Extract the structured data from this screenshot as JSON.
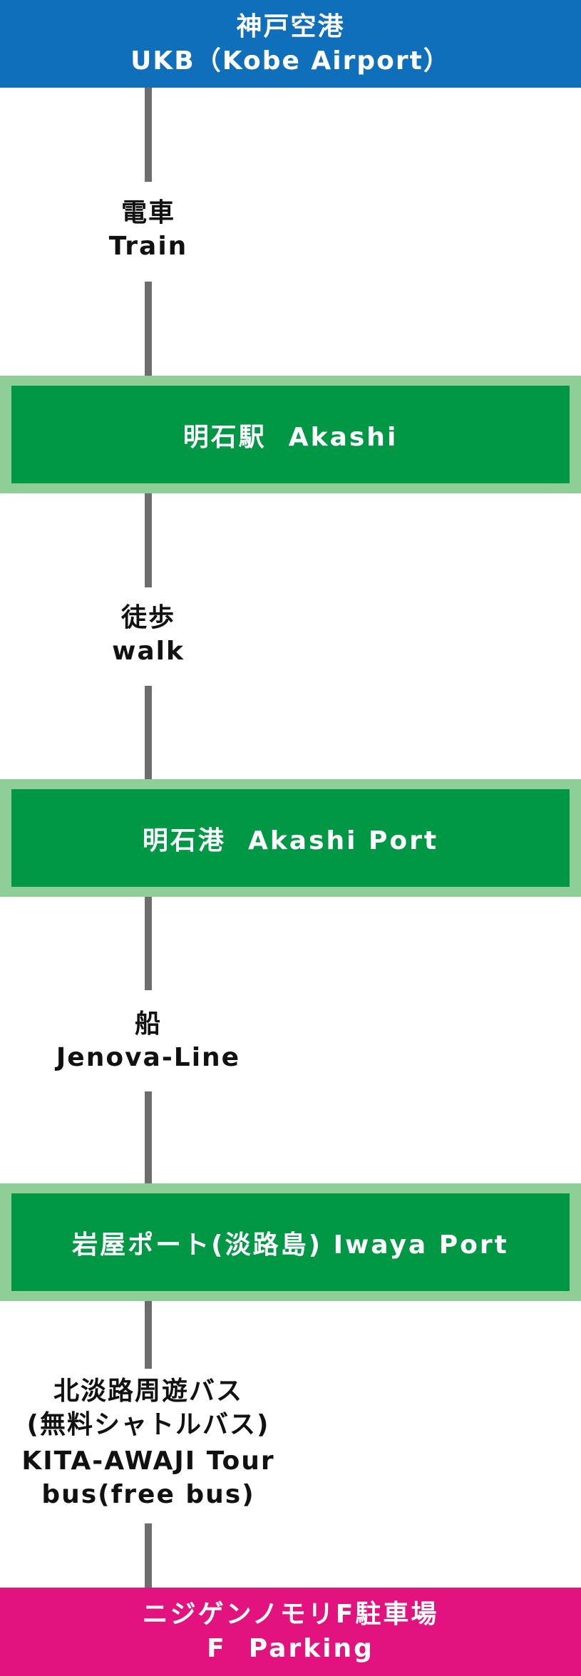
{
  "start": {
    "name_ja": "神戸空港",
    "name_en": "UKB（Kobe Airport）"
  },
  "segments": [
    {
      "mode_ja": "電車",
      "mode_en": "Train"
    },
    {
      "mode_ja": "徒歩",
      "mode_en": "walk"
    },
    {
      "mode_ja": "船",
      "mode_en": "Jenova-Line"
    },
    {
      "mode_ja_1": "北淡路周遊バス",
      "mode_ja_2": "(無料シャトルバス)",
      "mode_en_1": "KITA-AWAJI Tour",
      "mode_en_2": "bus(free bus)"
    }
  ],
  "stations": [
    {
      "label": "明石駅  Akashi"
    },
    {
      "label": "明石港  Akashi Port"
    },
    {
      "label": "岩屋ポート(淡路島) Iwaya Port"
    }
  ],
  "end": {
    "name_ja": "ニジゲンノモリF駐車場",
    "name_en": "F  Parking"
  },
  "colors": {
    "start": "#0f6fbb",
    "station": "#009845",
    "station_border": "#8fce97",
    "end": "#e2127e",
    "line": "#6e6e6e"
  }
}
